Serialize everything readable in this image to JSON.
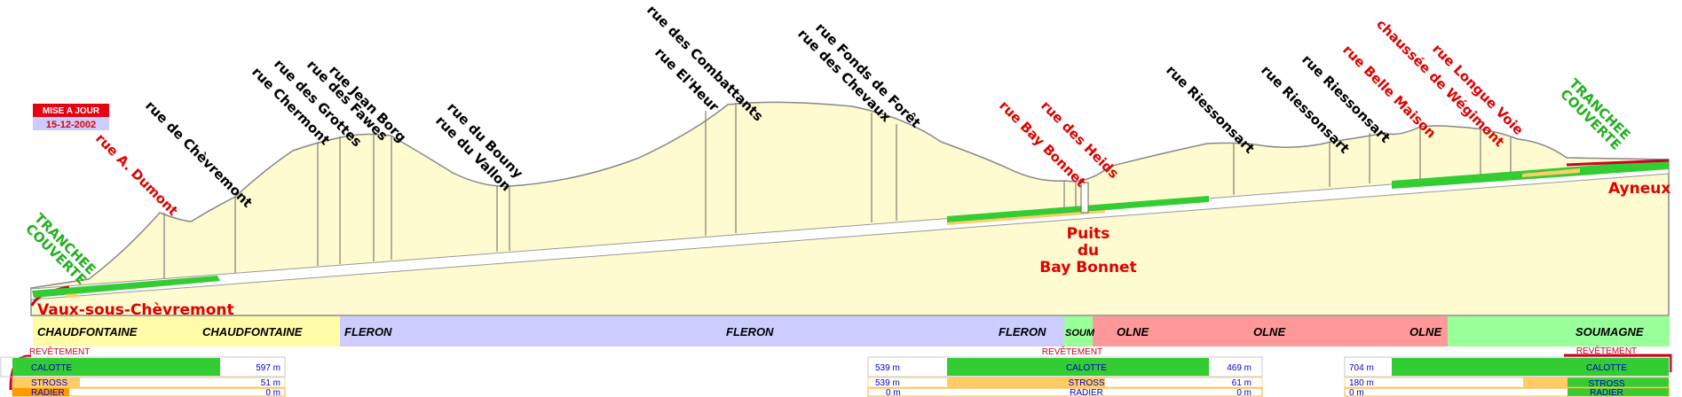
{
  "badge": {
    "title": "MISE A JOUR",
    "date": "15-12-2002"
  },
  "streets": [
    "rue A. Dumont",
    "rue de Chèvremont",
    "rue Chermont",
    "rue des Grottes",
    "rue des Fawes",
    "rue Jean Borg",
    "rue du Vallon",
    "rue du Bouny",
    "rue El'Heur",
    "rue des Combattants",
    "rue des Chevaux",
    "rue Fonds de Forêt",
    "rue Bay Bonnet",
    "rue des Heids",
    "rue Riessonsart",
    "rue Riessonsart",
    "rue Riessonsart",
    "rue Belle Maison",
    "chaussée de Wégimont",
    "rue Longue Voie"
  ],
  "tranchee_label": [
    "TRANCHEE",
    "COUVERTE"
  ],
  "places": {
    "vaux": "Vaux-sous-Chèvremont",
    "ayneux": "Ayneux",
    "puits": [
      "Puits",
      "du",
      "Bay Bonnet"
    ]
  },
  "communes": [
    "CHAUDFONTAINE",
    "CHAUDFONTAINE",
    "FLERON",
    "FLERON",
    "FLERON",
    "SOUM",
    "OLNE",
    "OLNE",
    "OLNE",
    "SOUMAGNE"
  ],
  "legend": {
    "revetement": "REVÊTEMENT",
    "calotte": "CALOTTE",
    "stross": "STROSS",
    "radier": "RADIER"
  },
  "progress": {
    "left": {
      "calotte": "597 m",
      "stross": "51 m",
      "radier": "0 m"
    },
    "middle": {
      "calotte_a": "539 m",
      "stross_a": "539 m",
      "radier_a": "0 m",
      "calotte_b": "469 m",
      "stross_b": "61 m",
      "radier_b": "0 m"
    },
    "right": {
      "calotte": "704 m",
      "stross": "180 m",
      "radier": "0 m"
    }
  },
  "colors": {
    "ground_fill": "#fdfbcf",
    "calotte": "#33cc33",
    "stross": "#ffcc66",
    "chaudfontaine": "#fffba6",
    "fleron": "#ccccff",
    "soumagne": "#99ff99",
    "olne": "#ff9999",
    "red_label": "#e00000",
    "green_label": "#22b022"
  }
}
